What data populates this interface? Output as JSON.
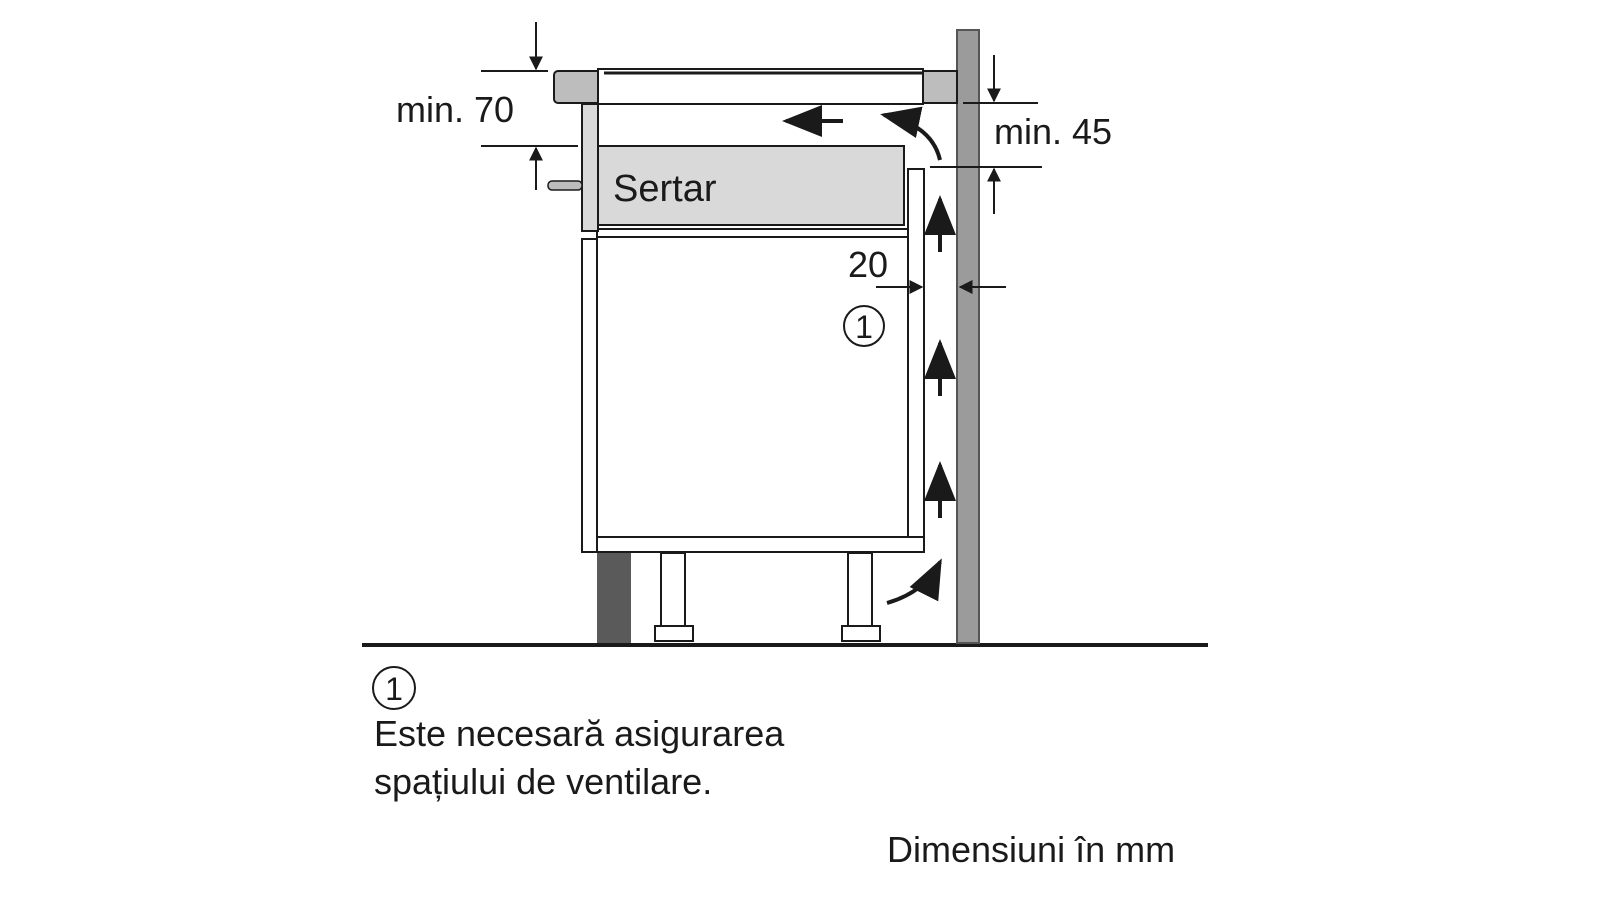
{
  "labels": {
    "min_70": "min. 70",
    "min_45": "min. 45",
    "gap_20": "20",
    "drawer": "Sertar",
    "marker": "1"
  },
  "note": {
    "marker": "1",
    "line1": "Este necesară asigurarea",
    "line2": "spațiului de ventilare."
  },
  "units": "Dimensiuni în mm",
  "colors": {
    "line": "#1a1a1a",
    "wall": "#9b9b9b",
    "wall_outline": "#555555",
    "drawer_fill": "#d9d9d9",
    "worktop_fill": "#bdbdbd",
    "plinth": "#5a5a5a"
  }
}
